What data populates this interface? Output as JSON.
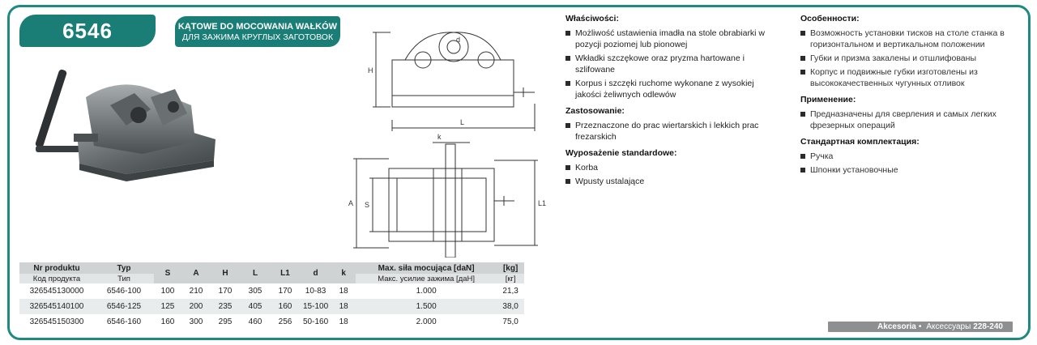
{
  "header": {
    "code": "6546",
    "title_pl": "KĄTOWE DO MOCOWANIA WAŁKÓW",
    "title_ru": "ДЛЯ ЗАЖИМА КРУГЛЫХ ЗАГОТОВОК"
  },
  "drawing": {
    "labels": {
      "d": "d",
      "H": "H",
      "L": "L",
      "k": "k",
      "A": "A",
      "S": "S",
      "L1": "L1"
    }
  },
  "specs_pl": {
    "properties_title": "Właściwości:",
    "properties": [
      "Możliwość ustawienia imadła na stole obrabiarki w pozycji poziomej lub pionowej",
      "Wkładki szczękowe oraz pryzma hartowane i szlifowane",
      "Korpus i szczęki ruchome wykonane z wysokiej jakości żeliwnych odlewów"
    ],
    "application_title": "Zastosowanie:",
    "application": [
      "Przeznaczone do prac wiertarskich i lekkich prac frezarskich"
    ],
    "equipment_title": "Wyposażenie standardowe:",
    "equipment": [
      "Korba",
      "Wpusty ustalające"
    ]
  },
  "specs_ru": {
    "properties_title": "Особенности:",
    "properties": [
      "Возможность установки тисков на столе станка в горизонтальном и вертикальном положении",
      "Губки и призма закалены и отшлифованы",
      "Корпус и подвижные губки изготовлены из высококачественных чугунных отливок"
    ],
    "application_title": "Применение:",
    "application": [
      "Предназначены для сверления и самых легких фрезерных операций"
    ],
    "equipment_title": "Стандартная комплектация:",
    "equipment": [
      "Ручка",
      "Шпонки установочные"
    ]
  },
  "table": {
    "headers_pl": [
      "Nr produktu",
      "Typ",
      "S",
      "A",
      "H",
      "L",
      "L1",
      "d",
      "k",
      "Max. siła mocująca [daN]",
      "[kg]"
    ],
    "headers_ru": [
      "Код продукта",
      "Тип",
      "Макс. усилие зажима [даН]",
      "[кг]"
    ],
    "rows": [
      [
        "326545130000",
        "6546-100",
        "100",
        "210",
        "170",
        "305",
        "170",
        "10-83",
        "18",
        "1.000",
        "21,3"
      ],
      [
        "326545140100",
        "6546-125",
        "125",
        "200",
        "235",
        "405",
        "160",
        "15-100",
        "18",
        "1.500",
        "38,0"
      ],
      [
        "326545150300",
        "6546-160",
        "160",
        "300",
        "295",
        "460",
        "256",
        "50-160",
        "18",
        "2.000",
        "75,0"
      ]
    ]
  },
  "footer": {
    "label_pl": "Akcesoria",
    "separator": "•",
    "label_ru": "Аксессуары",
    "pages": "228-240"
  },
  "colors": {
    "accent": "#1a7d76",
    "frame": "#1f8a82",
    "table_header": "#cfd3d4",
    "footer_bar": "#8d8f90"
  }
}
